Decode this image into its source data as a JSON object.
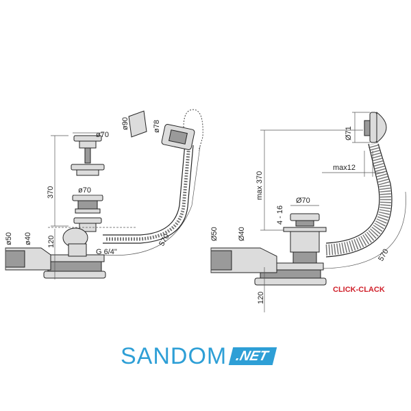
{
  "left_drawing": {
    "labels": {
      "d70_top": "ø70",
      "d90": "ø90",
      "d78": "ø78",
      "h370": "370",
      "d70_mid": "ø70",
      "d50": "ø50",
      "d40": "ø40",
      "h120": "120",
      "thread": "G 6/4\"",
      "hose_len": "570"
    }
  },
  "right_drawing": {
    "labels": {
      "d71": "Ø71",
      "max370": "max 370",
      "max12": "max12",
      "d70": "Ø70",
      "range": "4 - 16",
      "d50": "Ø50",
      "d40": "Ø40",
      "hose_len": "570",
      "h120": "120"
    },
    "model_label": "CLICK-CLACK"
  },
  "brand": {
    "name": "SANDOM",
    "tag": ".NET"
  },
  "colors": {
    "accent": "#d0202a",
    "brand_blue": "#2e9fd6",
    "line": "#222222"
  }
}
